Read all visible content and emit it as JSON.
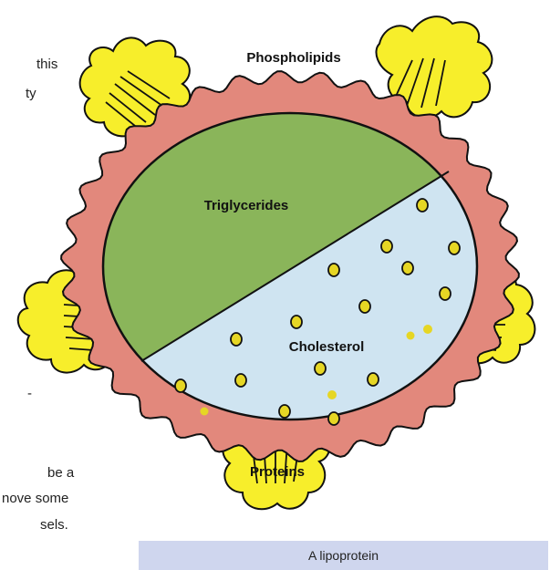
{
  "side_text": {
    "line1": "this",
    "line2": "ty",
    "dash": "-",
    "line3": "be a",
    "line4": "nove some",
    "line5": "sels."
  },
  "diagram": {
    "labels": {
      "phospholipids": "Phospholipids",
      "triglycerides": "Triglycerides",
      "cholesterol": "Cholesterol",
      "proteins": "Proteins"
    },
    "colors": {
      "phospholipid_ring": "#e2887c",
      "triglyceride_fill": "#8ab55a",
      "cholesterol_fill": "#cfe4f1",
      "protein_fill": "#f7ee2b",
      "cholesterol_dot": "#e6d624",
      "outline": "#111111"
    }
  },
  "caption": "A lipoprotein"
}
